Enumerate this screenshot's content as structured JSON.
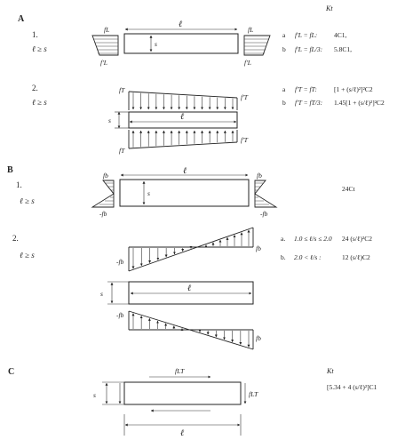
{
  "header": {
    "k_label": "Kt"
  },
  "sections": {
    "A": {
      "letter": "A",
      "case1": {
        "number": "1.",
        "condition": "ℓ ≥ s",
        "labels": {
          "top_left": "fL",
          "bottom_left": "f'L",
          "top_right": "fL",
          "bottom_right": "f'L",
          "length": "ℓ",
          "height": "s"
        },
        "options": [
          {
            "letter": "a",
            "condition": "f'L = fL:",
            "k": "4C1,"
          },
          {
            "letter": "b",
            "condition": "f'L = fL/3:",
            "k": "5.8C1,"
          }
        ]
      },
      "case2": {
        "number": "2.",
        "condition": "ℓ ≥ s",
        "labels": {
          "top_left": "fT",
          "top_right": "f'T",
          "bottom_left": "fT",
          "bottom_right": "f'T",
          "length": "ℓ",
          "height": "s"
        },
        "options": [
          {
            "letter": "a",
            "condition": "f'T = fT:",
            "k": "[1 + (s/ℓ)²]²C2"
          },
          {
            "letter": "b",
            "condition": "f'T = fT/3:",
            "k": "1.45[1 + (s/ℓ)²]²C2"
          }
        ]
      }
    },
    "B": {
      "letter": "B",
      "case1": {
        "number": "1.",
        "condition": "ℓ ≥ s",
        "labels": {
          "top_left": "fb",
          "bottom_left": "-fb",
          "top_right": "fb",
          "bottom_right": "-fb",
          "length": "ℓ",
          "height": "s"
        },
        "k": "24Ct"
      },
      "case2": {
        "number": "2.",
        "condition": "ℓ ≥ s",
        "labels": {
          "top_left": "-fb",
          "top_right": "fb",
          "bottom_left": "-fb",
          "bottom_right": "fb",
          "length": "ℓ",
          "height": "s"
        },
        "options": [
          {
            "letter": "a.",
            "condition": "1.0 ≤ ℓ/s ≤ 2.0",
            "k": "24 (s/ℓ)²C2"
          },
          {
            "letter": "b.",
            "condition": "2.0 < ℓ/s :",
            "k": "12 (s/ℓ)C2"
          }
        ]
      }
    },
    "C": {
      "letter": "C",
      "labels": {
        "top": "fLT",
        "right": "fLT",
        "length": "ℓ",
        "height": "s"
      },
      "k_header": "Kt",
      "k": "[5.34 + 4 (s/ℓ)²]C1"
    }
  }
}
